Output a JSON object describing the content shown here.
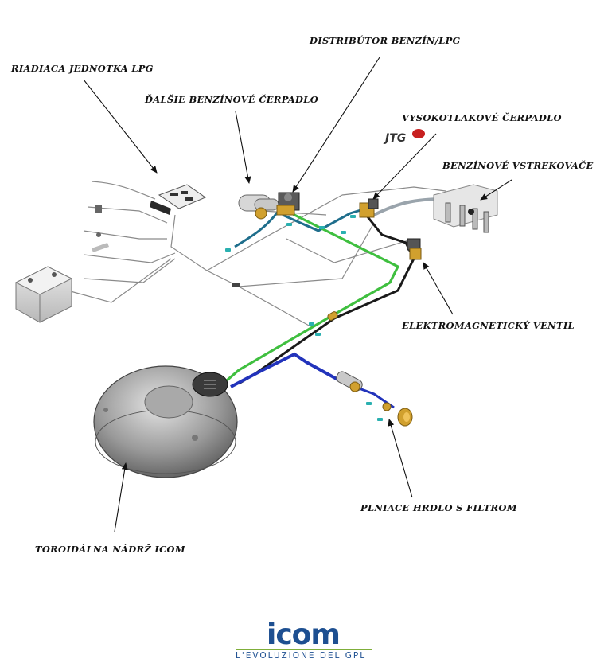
{
  "labels": {
    "ecu": "RIADIACA JEDNOTKA LPG",
    "distributor": "DISTRIBÚTOR  BENZÍN/LPG",
    "extra_pump": "ĎALŠIE BENZÍNOVÉ ČERPADLO",
    "hp_pump": "VYSOKOTLAKOVÉ ČERPADLO",
    "injectors": "BENZÍNOVÉ VSTREKOVAČE",
    "solenoid": "ELEKTROMAGNETICKÝ VENTIL",
    "filler": "PLNIACE HRDLO S FILTROM",
    "tank": "TOROIDÁLNA NÁDRŽ  ICOM"
  },
  "jtg_logo": "JTG",
  "brand": {
    "name": "icom",
    "tagline": "L'EVOLUZIONE DEL GPL"
  },
  "colors": {
    "lpg_line": "#3fbf3f",
    "fill_line": "#2233bb",
    "petrol_line": "#1f6e8c",
    "brand_blue": "#1d4f91",
    "brand_green": "#7fae3a"
  }
}
